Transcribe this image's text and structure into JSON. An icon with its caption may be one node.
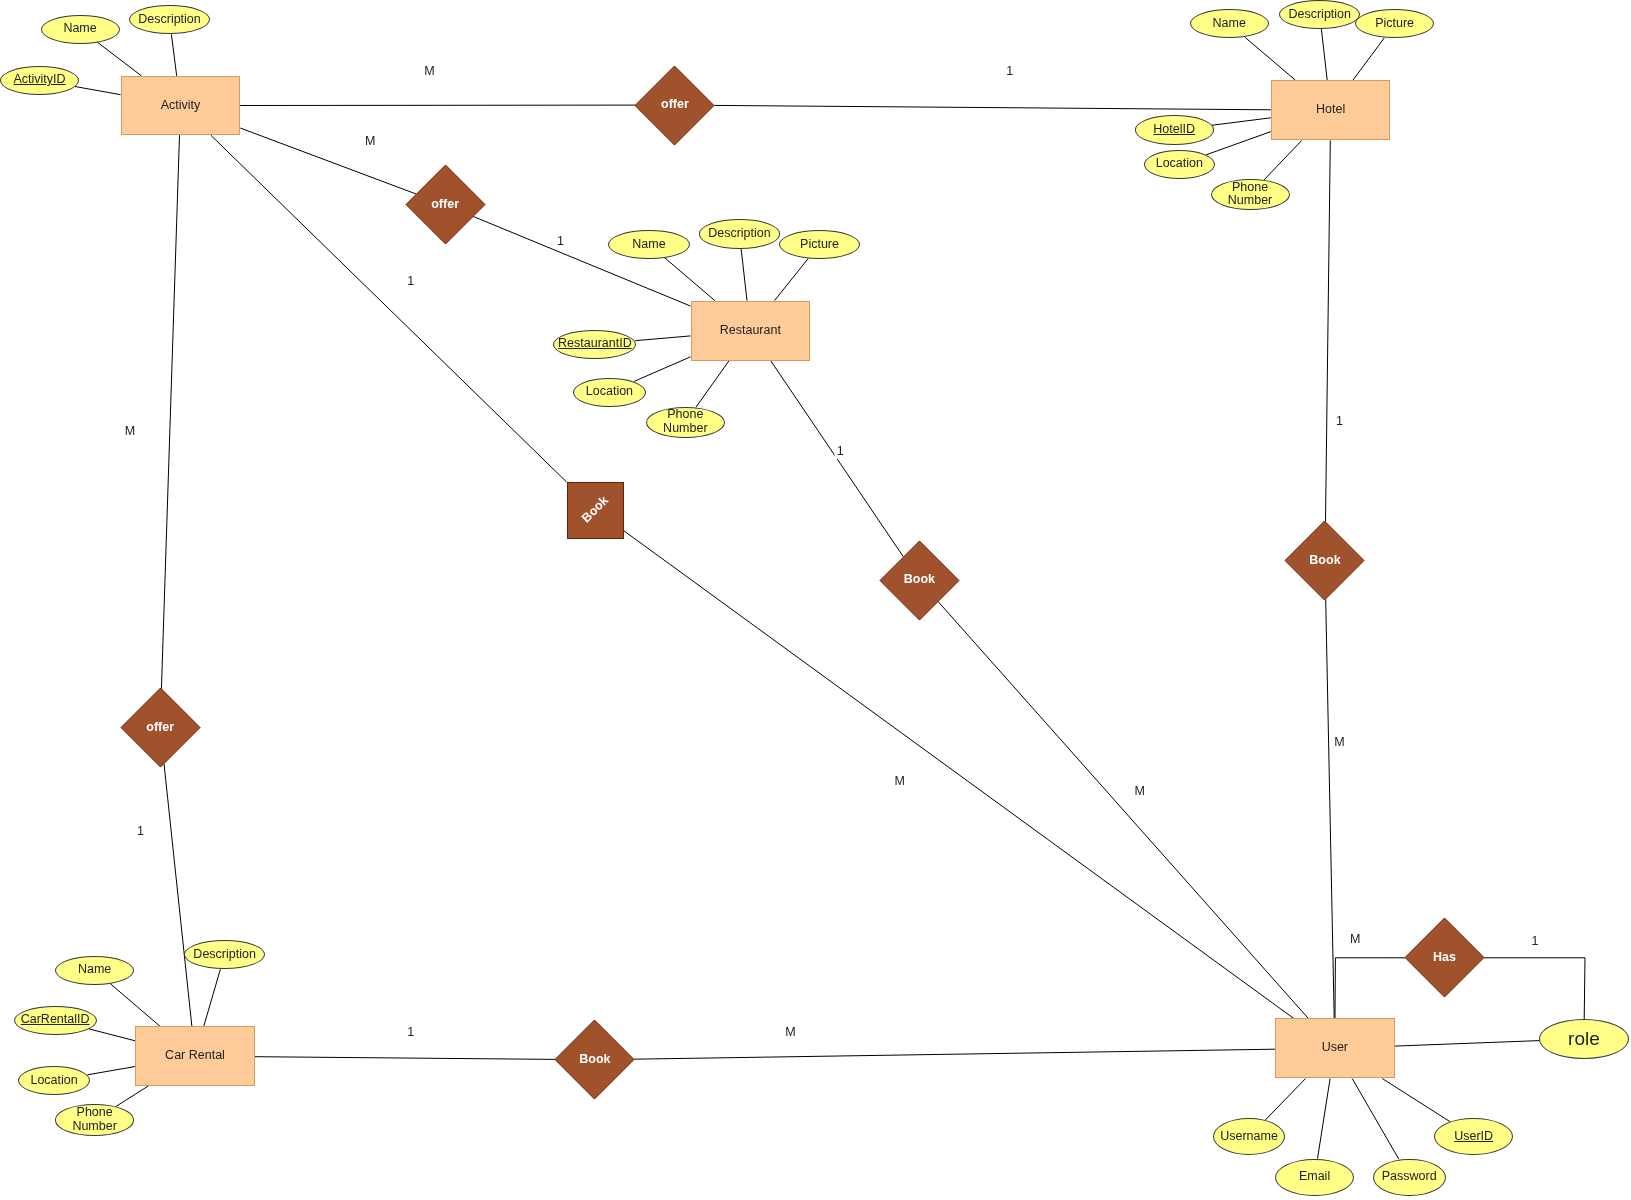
{
  "diagram": {
    "nodes": [
      {
        "text": [
          "Name"
        ]
      },
      {
        "text": [
          "Description"
        ]
      },
      {
        "text": [
          "ActivityID"
        ]
      },
      {
        "text": [
          "Activity"
        ]
      },
      {
        "text": [
          "offer"
        ]
      },
      {
        "text": [
          "Name"
        ]
      },
      {
        "text": [
          "Description"
        ]
      },
      {
        "text": [
          "Picture"
        ]
      },
      {
        "text": [
          "Hotel"
        ]
      },
      {
        "text": [
          "HotelID"
        ]
      },
      {
        "text": [
          "Location"
        ]
      },
      {
        "text": [
          "Phone Number"
        ]
      },
      {
        "text": [
          "offer"
        ]
      },
      {
        "text": [
          "Name"
        ]
      },
      {
        "text": [
          "Description"
        ]
      },
      {
        "text": [
          "Picture"
        ]
      },
      {
        "text": [
          "Restaurant"
        ]
      },
      {
        "text": [
          "RestaurantID"
        ]
      },
      {
        "text": [
          "Location"
        ]
      },
      {
        "text": [
          "Phone Number"
        ]
      },
      {
        "text": [
          "Book"
        ]
      },
      {
        "text": [
          "Book"
        ]
      },
      {
        "text": [
          "Book"
        ]
      },
      {
        "text": [
          "offer"
        ]
      },
      {
        "text": [
          "Description"
        ]
      },
      {
        "text": [
          "Name"
        ]
      },
      {
        "text": [
          "CarRentalID"
        ]
      },
      {
        "text": [
          "Car Rental"
        ]
      },
      {
        "text": [
          "Location"
        ]
      },
      {
        "text": [
          "Phone Number"
        ]
      },
      {
        "text": [
          "Book"
        ]
      },
      {
        "text": [
          "Has"
        ]
      },
      {
        "text": [
          "role"
        ]
      },
      {
        "text": [
          "User"
        ]
      },
      {
        "text": [
          "Username"
        ]
      },
      {
        "text": [
          "Email"
        ]
      },
      {
        "text": [
          "Password"
        ]
      },
      {
        "text": [
          "UserID"
        ]
      }
    ],
    "edges": [
      {
        "from": 3,
        "to": 4,
        "arrow": "none",
        "label": "M"
      },
      {
        "from": 4,
        "to": 8,
        "arrow": "none",
        "label": "1"
      },
      {
        "from": 3,
        "to": 12,
        "arrow": "none",
        "label": "M"
      },
      {
        "from": 12,
        "to": 16,
        "arrow": "none",
        "label": "1"
      },
      {
        "from": 3,
        "to": 20,
        "arrow": "none",
        "label": "1"
      },
      {
        "from": 20,
        "to": 33,
        "arrow": "none",
        "label": "M"
      },
      {
        "from": 16,
        "to": 21,
        "arrow": "none",
        "label": "1"
      },
      {
        "from": 21,
        "to": 33,
        "arrow": "none",
        "label": "M"
      },
      {
        "from": 8,
        "to": 22,
        "arrow": "none",
        "label": "1"
      },
      {
        "from": 22,
        "to": 33,
        "arrow": "none",
        "label": "M"
      },
      {
        "from": 3,
        "to": 23,
        "arrow": "none",
        "label": "M"
      },
      {
        "from": 23,
        "to": 27,
        "arrow": "none",
        "label": "1"
      },
      {
        "from": 27,
        "to": 30,
        "arrow": "none",
        "label": "1"
      },
      {
        "from": 30,
        "to": 33,
        "arrow": "none",
        "label": "M"
      },
      {
        "from": 33,
        "to": 31,
        "arrow": "none",
        "label": "M"
      },
      {
        "from": 31,
        "to": 32,
        "arrow": "none",
        "label": "1"
      },
      {
        "from": 0,
        "to": 3,
        "arrow": "none"
      },
      {
        "from": 1,
        "to": 3,
        "arrow": "none"
      },
      {
        "from": 2,
        "to": 3,
        "arrow": "none"
      },
      {
        "from": 5,
        "to": 8,
        "arrow": "none"
      },
      {
        "from": 6,
        "to": 8,
        "arrow": "none"
      },
      {
        "from": 7,
        "to": 8,
        "arrow": "none"
      },
      {
        "from": 9,
        "to": 8,
        "arrow": "none"
      },
      {
        "from": 10,
        "to": 8,
        "arrow": "none"
      },
      {
        "from": 11,
        "to": 8,
        "arrow": "none"
      },
      {
        "from": 13,
        "to": 16,
        "arrow": "none"
      },
      {
        "from": 14,
        "to": 16,
        "arrow": "none"
      },
      {
        "from": 15,
        "to": 16,
        "arrow": "none"
      },
      {
        "from": 17,
        "to": 16,
        "arrow": "none"
      },
      {
        "from": 18,
        "to": 16,
        "arrow": "none"
      },
      {
        "from": 19,
        "to": 16,
        "arrow": "none"
      },
      {
        "from": 24,
        "to": 27,
        "arrow": "none"
      },
      {
        "from": 25,
        "to": 27,
        "arrow": "none"
      },
      {
        "from": 26,
        "to": 27,
        "arrow": "none"
      },
      {
        "from": 28,
        "to": 27,
        "arrow": "none"
      },
      {
        "from": 29,
        "to": 27,
        "arrow": "none"
      },
      {
        "from": 33,
        "to": 32,
        "arrow": "none"
      },
      {
        "from": 34,
        "to": 33,
        "arrow": "none"
      },
      {
        "from": 35,
        "to": 33,
        "arrow": "none"
      },
      {
        "from": 36,
        "to": 33,
        "arrow": "none"
      },
      {
        "from": 37,
        "to": 33,
        "arrow": "none"
      }
    ]
  }
}
